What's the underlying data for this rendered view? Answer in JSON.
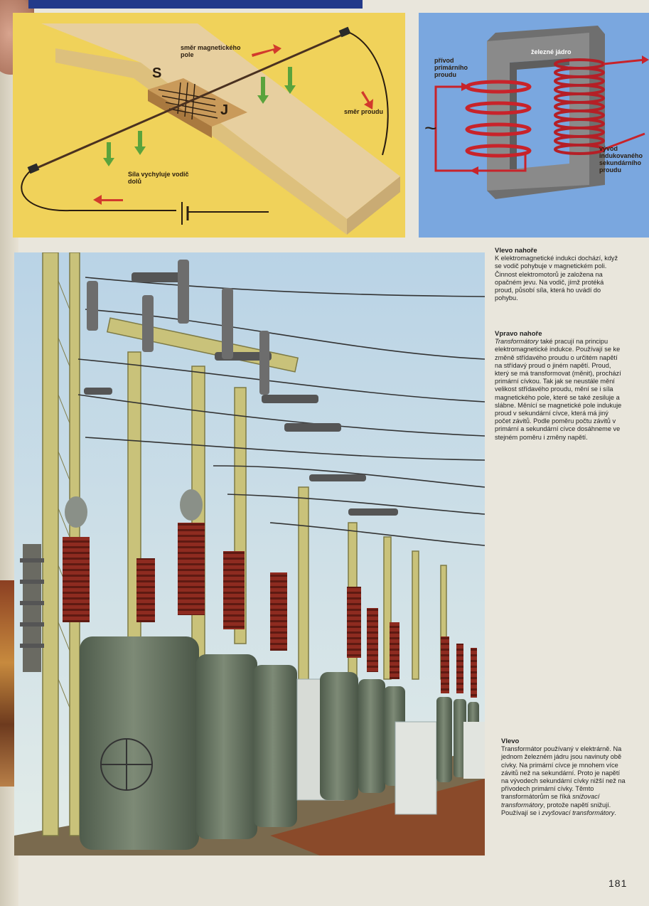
{
  "motor_diagram": {
    "label_field_direction": "směr magnetického pole",
    "label_current_direction": "směr proudu",
    "label_force": "Síla vychyluje vodič dolů",
    "pole_south": "S",
    "pole_north": "J"
  },
  "transformer_diagram": {
    "label_core": "železné jádro",
    "label_primary": "přívod primárního proudu",
    "label_secondary": "vývod indukovaného sekundárního proudu",
    "ac_symbol": "~"
  },
  "captions": {
    "top_left": {
      "heading": "Vlevo nahoře",
      "text": "K elektromagnetické indukci dochází, když se vodič pohybuje v magnetickém poli. Činnost elektromotorů je založena na opačném jevu. Na vodič, jímž protéká proud, působí síla, která ho uvádí do pohybu."
    },
    "top_right": {
      "heading": "Vpravo nahoře",
      "term": "Transformátory",
      "text": " také pracují na principu elektromagnetické indukce. Používají se ke změně střídavého proudu o určitém napětí na střídavý proud o jiném napětí. Proud, který se má transformovat (měnit), prochází primární cívkou. Tak jak se neustále mění velikost střídavého proudu, mění se i síla magnetického pole, které se také zesiluje a slábne. Měnící se magnetické pole indukuje proud v sekundární cívce, která má jiný počet závitů. Podle poměru počtu závitů v primární a sekundární cívce dosáhneme ve stejném poměru i změny napětí."
    },
    "left": {
      "heading": "Vlevo",
      "text_a": "Transformátor používaný v elektrárně. Na jednom železném jádru jsou navinuty obě cívky. Na primární cívce je mnohem více závitů než na sekundární. Proto je napětí na vývodech sekundární cívky nižší než na přívodech primární cívky. Těmto transformátorům se říká ",
      "term_a": "snižovací transformátory",
      "text_b": ", protože napětí snižují. Používají se i ",
      "term_b": "zvyšovací transformátory",
      "text_c": "."
    }
  },
  "page_number": "181",
  "colors": {
    "motor_bg": "#f0d25a",
    "transformer_bg": "#7aa7df",
    "coil_red": "#c8232a",
    "arrow_green": "#5aa33c",
    "insulator_red": "#8e2b20",
    "tank_green": "#6e7c68"
  }
}
